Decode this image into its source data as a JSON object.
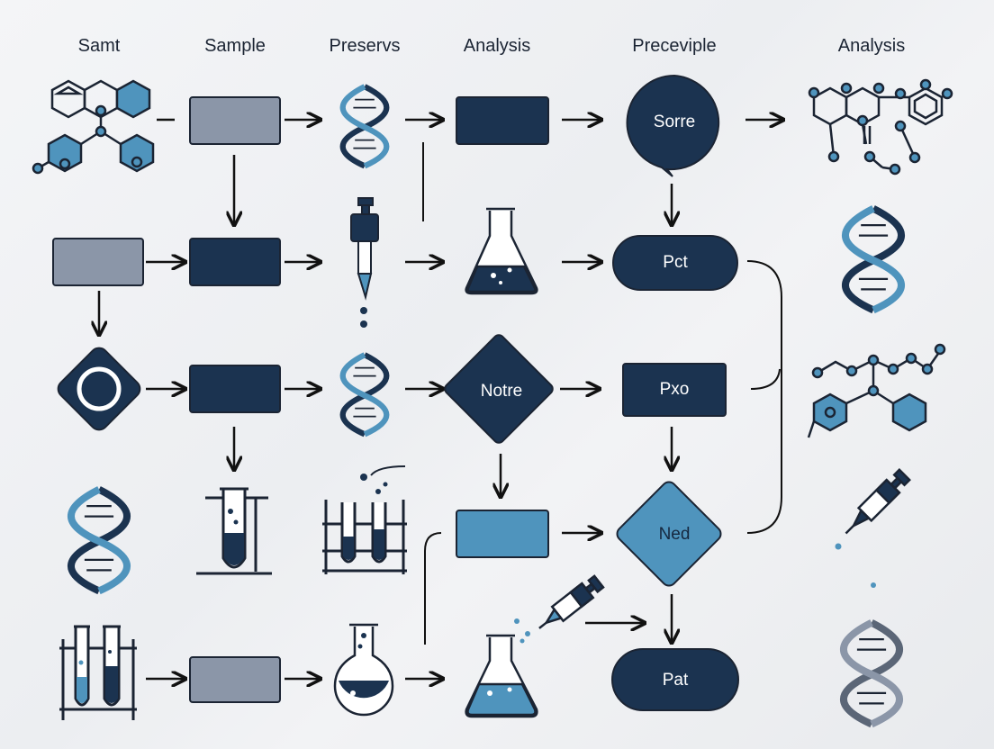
{
  "headers": [
    "Samt",
    "Sample",
    "Preservs",
    "Analysis",
    "Preceviple",
    "Analysis"
  ],
  "nodes": {
    "sorre": "Sorre",
    "pct": "Pct",
    "notre": "Notre",
    "pxo": "Pxo",
    "ned": "Ned",
    "pat": "Pat"
  },
  "colors": {
    "navy": "#1b3350",
    "grey": "#8b96a8",
    "blue": "#4f94bd",
    "ink": "#1b2433"
  }
}
